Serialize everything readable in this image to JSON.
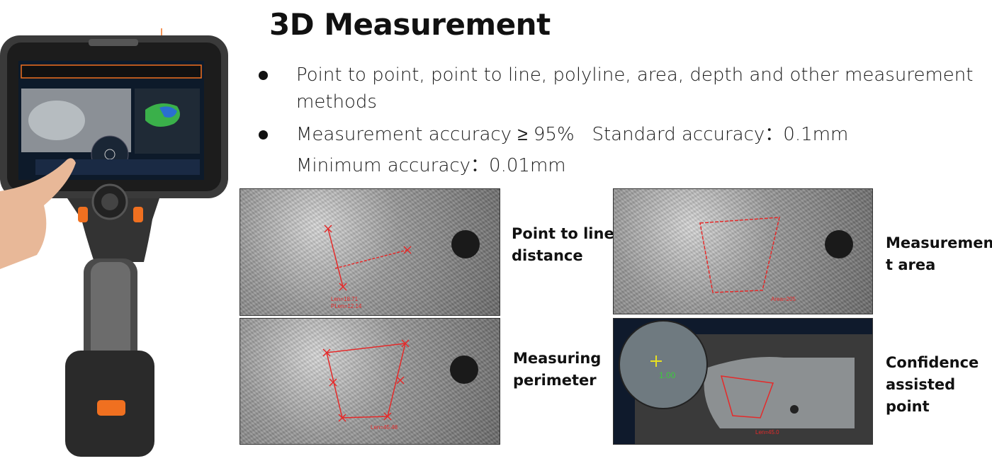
{
  "title": "3D Measurement",
  "bullets": [
    {
      "line1": "Point to point, point to line, polyline, area, depth and other measurement",
      "line2": "methods"
    },
    {
      "line1": "Measurement accuracy ≥ 95%   Standard accuracy：0.1mm",
      "line2": "Minimum accuracy：0.01mm"
    }
  ],
  "panels": [
    {
      "caption": [
        "Point to line",
        "distance"
      ],
      "labels": [
        "Len=18.71",
        "PLen=12.14"
      ]
    },
    {
      "caption": [
        "Measuremen",
        "t area"
      ],
      "labels": [
        "Area=205"
      ]
    },
    {
      "caption": [
        "Measuring",
        "perimeter"
      ],
      "labels": [
        "Len=45.48"
      ]
    },
    {
      "caption": [
        "Confidence",
        "assisted",
        "point"
      ],
      "labels": [
        "1.00",
        "Len=45.0"
      ]
    }
  ],
  "colors": {
    "accent": "#f07020",
    "measure": "#e52a2a",
    "confidence": "#3ec93e"
  }
}
